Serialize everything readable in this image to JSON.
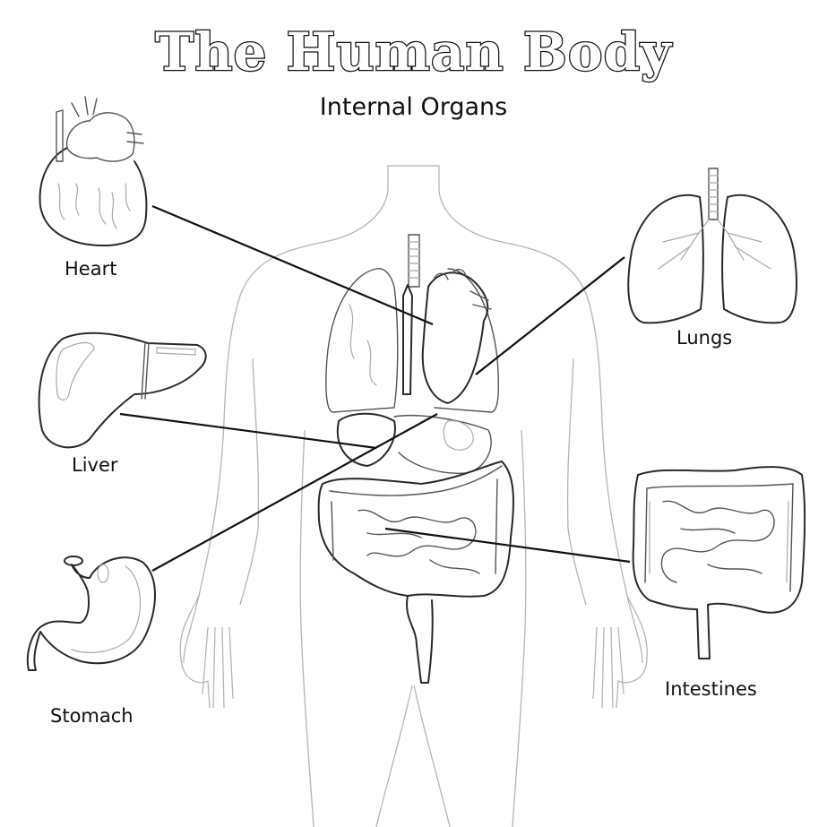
{
  "header": {
    "title": "The Human Body",
    "subtitle": "Internal Organs"
  },
  "organs": [
    {
      "key": "heart",
      "label": "Heart",
      "side": "left"
    },
    {
      "key": "liver",
      "label": "Liver",
      "side": "left"
    },
    {
      "key": "stomach",
      "label": "Stomach",
      "side": "left"
    },
    {
      "key": "lungs",
      "label": "Lungs",
      "side": "right"
    },
    {
      "key": "intestines",
      "label": "Intestines",
      "side": "right"
    }
  ],
  "colors": {
    "ink": "#111111",
    "body_outline": "#b5b5b5",
    "background": "#ffffff"
  }
}
